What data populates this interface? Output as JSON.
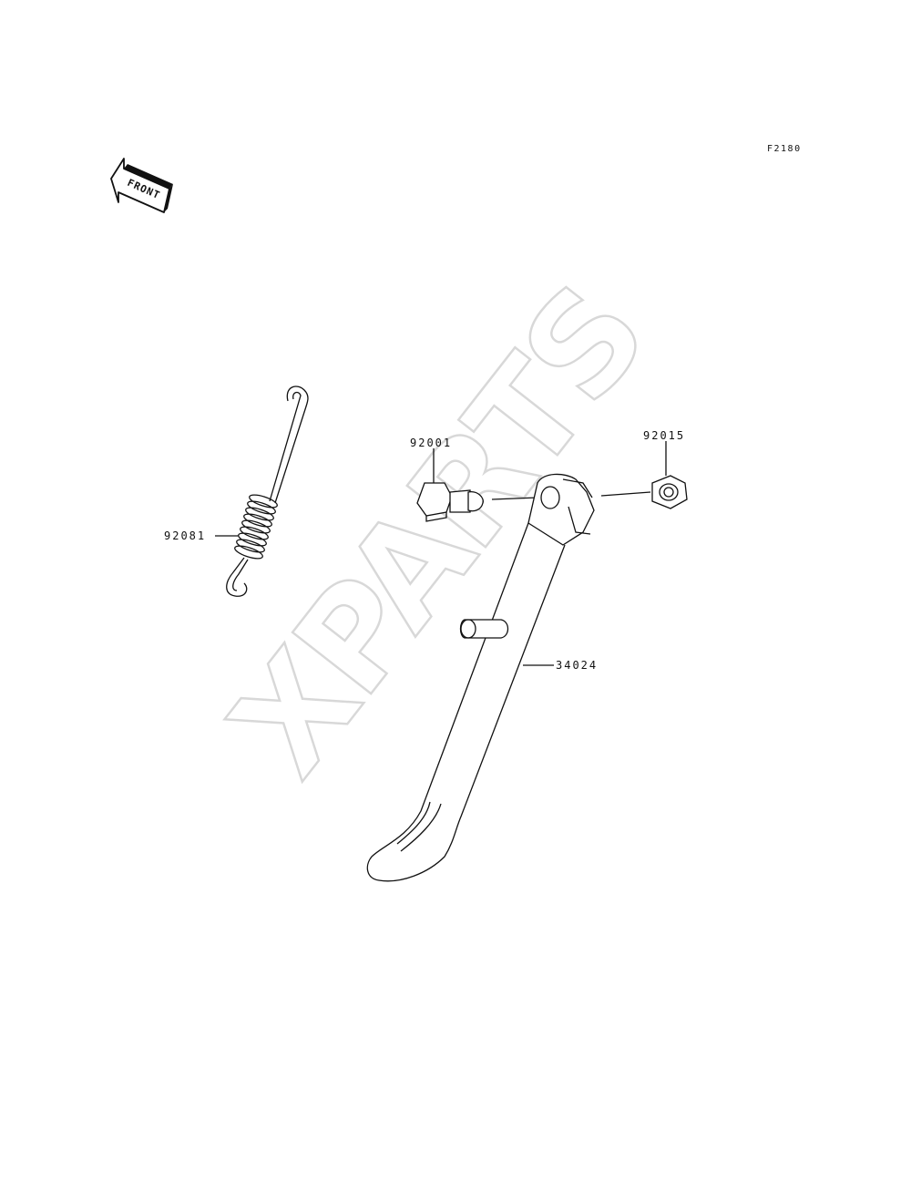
{
  "figure": {
    "code": "F2180",
    "front_label": "FRONT"
  },
  "watermark": "XPARTS",
  "parts": [
    {
      "number": "92081",
      "name": "spring"
    },
    {
      "number": "92001",
      "name": "bolt"
    },
    {
      "number": "92015",
      "name": "nut"
    },
    {
      "number": "34024",
      "name": "side-stand"
    }
  ]
}
